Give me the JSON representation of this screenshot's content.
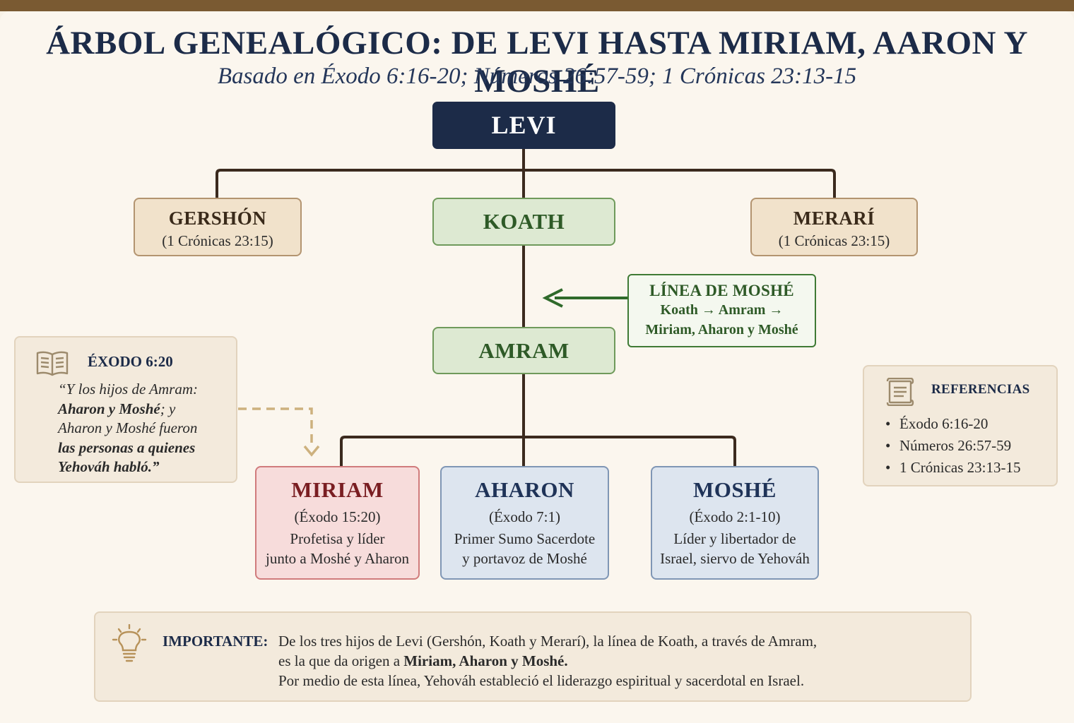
{
  "header": {
    "title": "ÁRBOL GENEALÓGICO: DE LEVI HASTA MIRIAM, AARON Y MOSHÉ",
    "subtitle": "Basado en Éxodo 6:16-20; Números 26:57-59; 1 Crónicas 23:13-15"
  },
  "tree": {
    "levi": "LEVI",
    "gershon": {
      "name": "GERSHÓN",
      "ref": "(1 Crónicas 23:15)"
    },
    "koath": {
      "name": "KOATH"
    },
    "merari": {
      "name": "MERARÍ",
      "ref": "(1 Crónicas 23:15)"
    },
    "amram": {
      "name": "AMRAM"
    },
    "children": [
      {
        "name": "MIRIAM",
        "ref": "(Éxodo 15:20)",
        "desc1": "Profetisa y líder",
        "desc2": "junto a Moshé y Aharon"
      },
      {
        "name": "AHARON",
        "ref": "(Éxodo 7:1)",
        "desc1": "Primer Sumo Sacerdote",
        "desc2": "y portavoz de Moshé"
      },
      {
        "name": "MOSHÉ",
        "ref": "(Éxodo 2:1-10)",
        "desc1": "Líder y libertador de",
        "desc2": "Israel, siervo de Yehováh"
      }
    ]
  },
  "moshe_line": {
    "title": "LÍNEA DE MOSHÉ",
    "line1": "Koath → Amram →",
    "line2": "Miriam, Aharon y Moshé"
  },
  "exodus_note": {
    "title": "ÉXODO 6:20",
    "q1": "“Y los hijos de Amram:",
    "q2_bold": "Aharon y Moshé",
    "q2_rest": "; y",
    "q3": "Aharon y Moshé fueron",
    "q4": "las personas a quienes",
    "q5": "Yehováh habló.”"
  },
  "references": {
    "title": "REFERENCIAS",
    "items": [
      "Éxodo 6:16-20",
      "Números 26:57-59",
      "1 Crónicas 23:13-15"
    ]
  },
  "important": {
    "label": "IMPORTANTE:",
    "line1": "De los tres hijos de Levi (Gershón, Koath y Merarí), la línea de Koath, a través de Amram,",
    "line2_pre": "es la que da origen a ",
    "line2_bold": "Miriam, Aharon y Moshé.",
    "line3": "Por medio de esta línea, Yehováh estableció el liderazgo espiritual y sacerdotal en Israel."
  },
  "icons": {
    "exodus": "open-book-icon",
    "references": "scroll-icon",
    "important": "lightbulb-icon"
  },
  "colors": {
    "navy": "#1c2b48",
    "green": "#2e5a27",
    "connector": "#3b2a1e",
    "gold_dashed": "#cdb17e"
  }
}
